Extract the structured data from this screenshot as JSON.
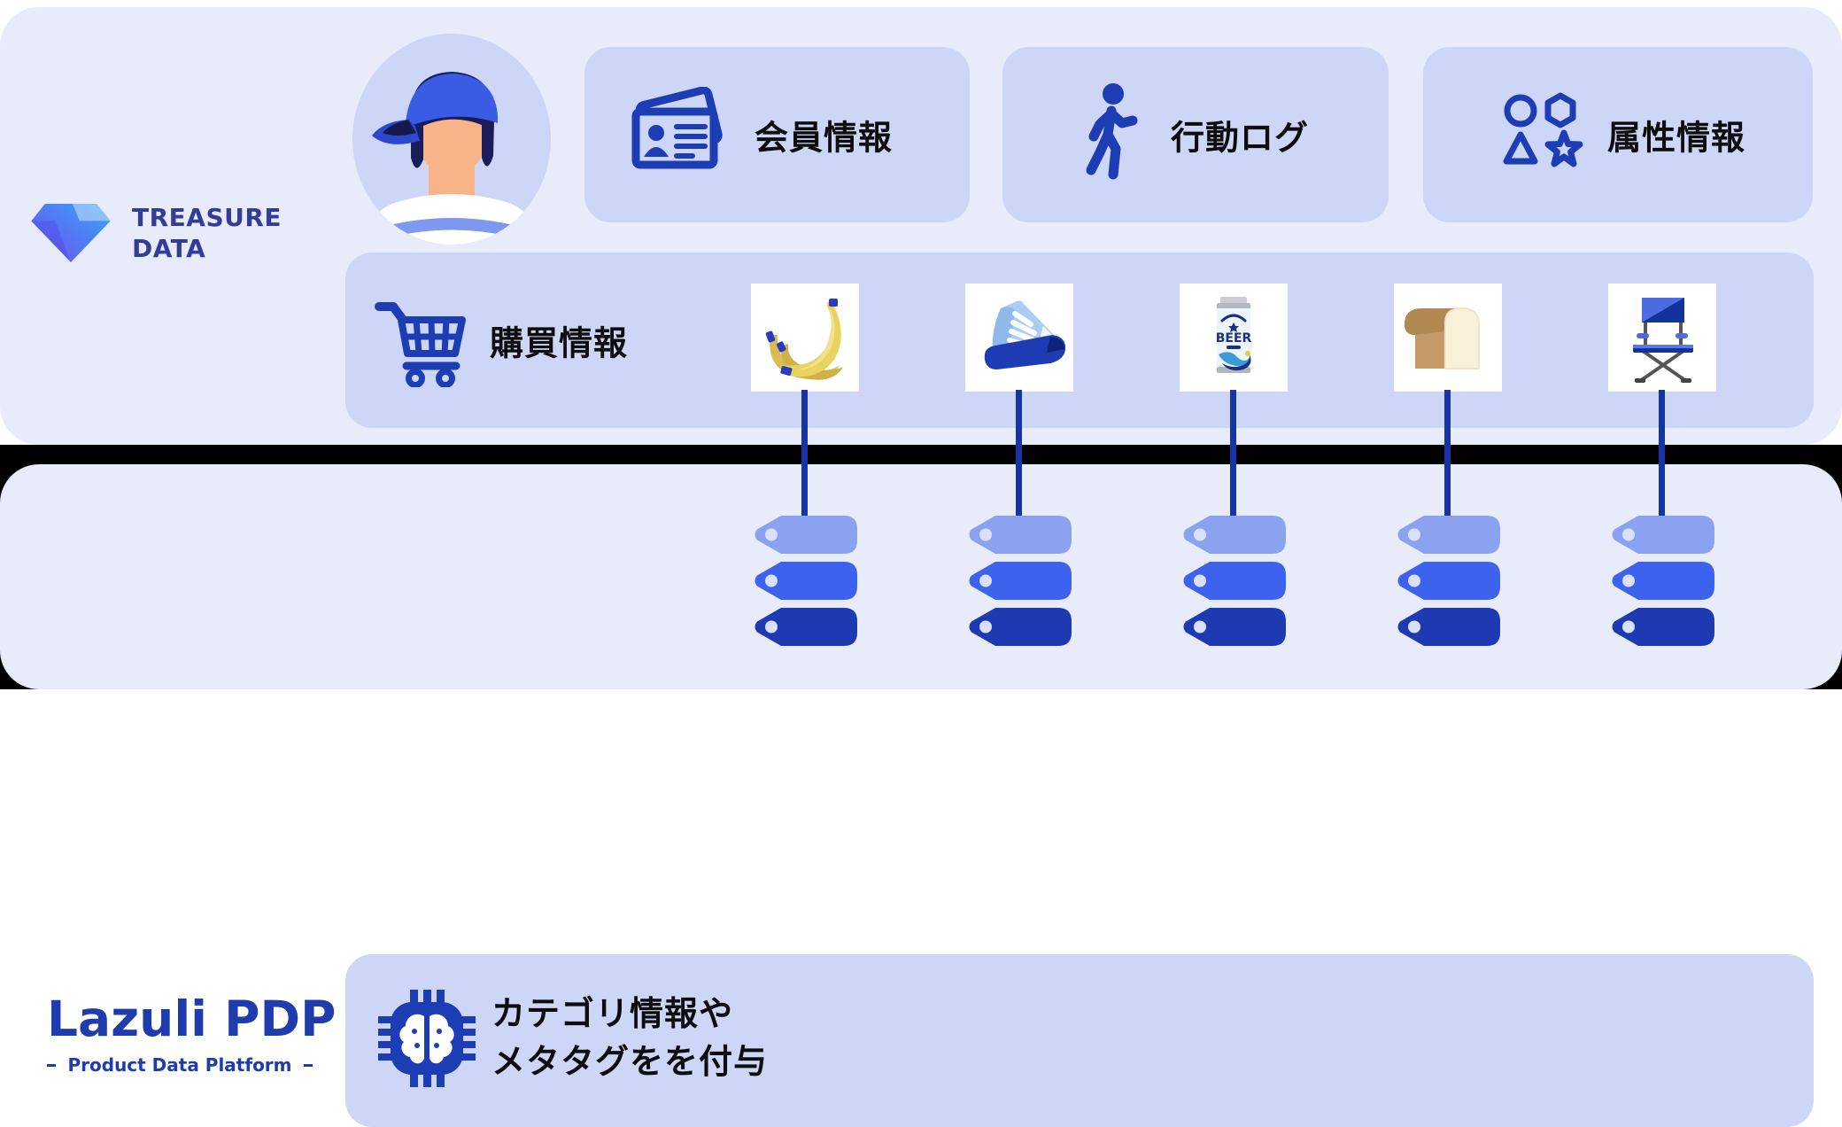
{
  "palette": {
    "page_bg": "#ffffff",
    "divider": "#000000",
    "section_bg": "#e8ebfa",
    "box_bg": "#cdd6f7",
    "icon_blue": "#1d3db5",
    "connector_blue": "#1534a6",
    "tag_colors": [
      "#8ba2f1",
      "#3d62ed",
      "#1d3ab3"
    ]
  },
  "treasure_data": {
    "logo_icon": "treasure-data-diamond",
    "logo_line1": "TREASURE",
    "logo_line2": "DATA"
  },
  "avatar": {
    "icon": "customer-avatar"
  },
  "data_cards": [
    {
      "icon": "id-cards-icon",
      "label": "会員情報"
    },
    {
      "icon": "walking-person-icon",
      "label": "行動ログ"
    },
    {
      "icon": "shapes-icon",
      "label": "属性情報"
    }
  ],
  "purchase_row": {
    "icon": "shopping-cart-icon",
    "label": "購買情報",
    "products": [
      {
        "name": "bananas"
      },
      {
        "name": "sneaker"
      },
      {
        "name": "beer-can",
        "label": "BEER"
      },
      {
        "name": "bread-loaf"
      },
      {
        "name": "camping-chair"
      }
    ]
  },
  "lazuli": {
    "brand": "Lazuli PDP",
    "tagline": "Product Data Platform"
  },
  "enrichment": {
    "icon": "ai-chip-brain-icon",
    "line1": "カテゴリ情報や",
    "line2": "メタタグをを付与",
    "tags_per_product": 3
  }
}
